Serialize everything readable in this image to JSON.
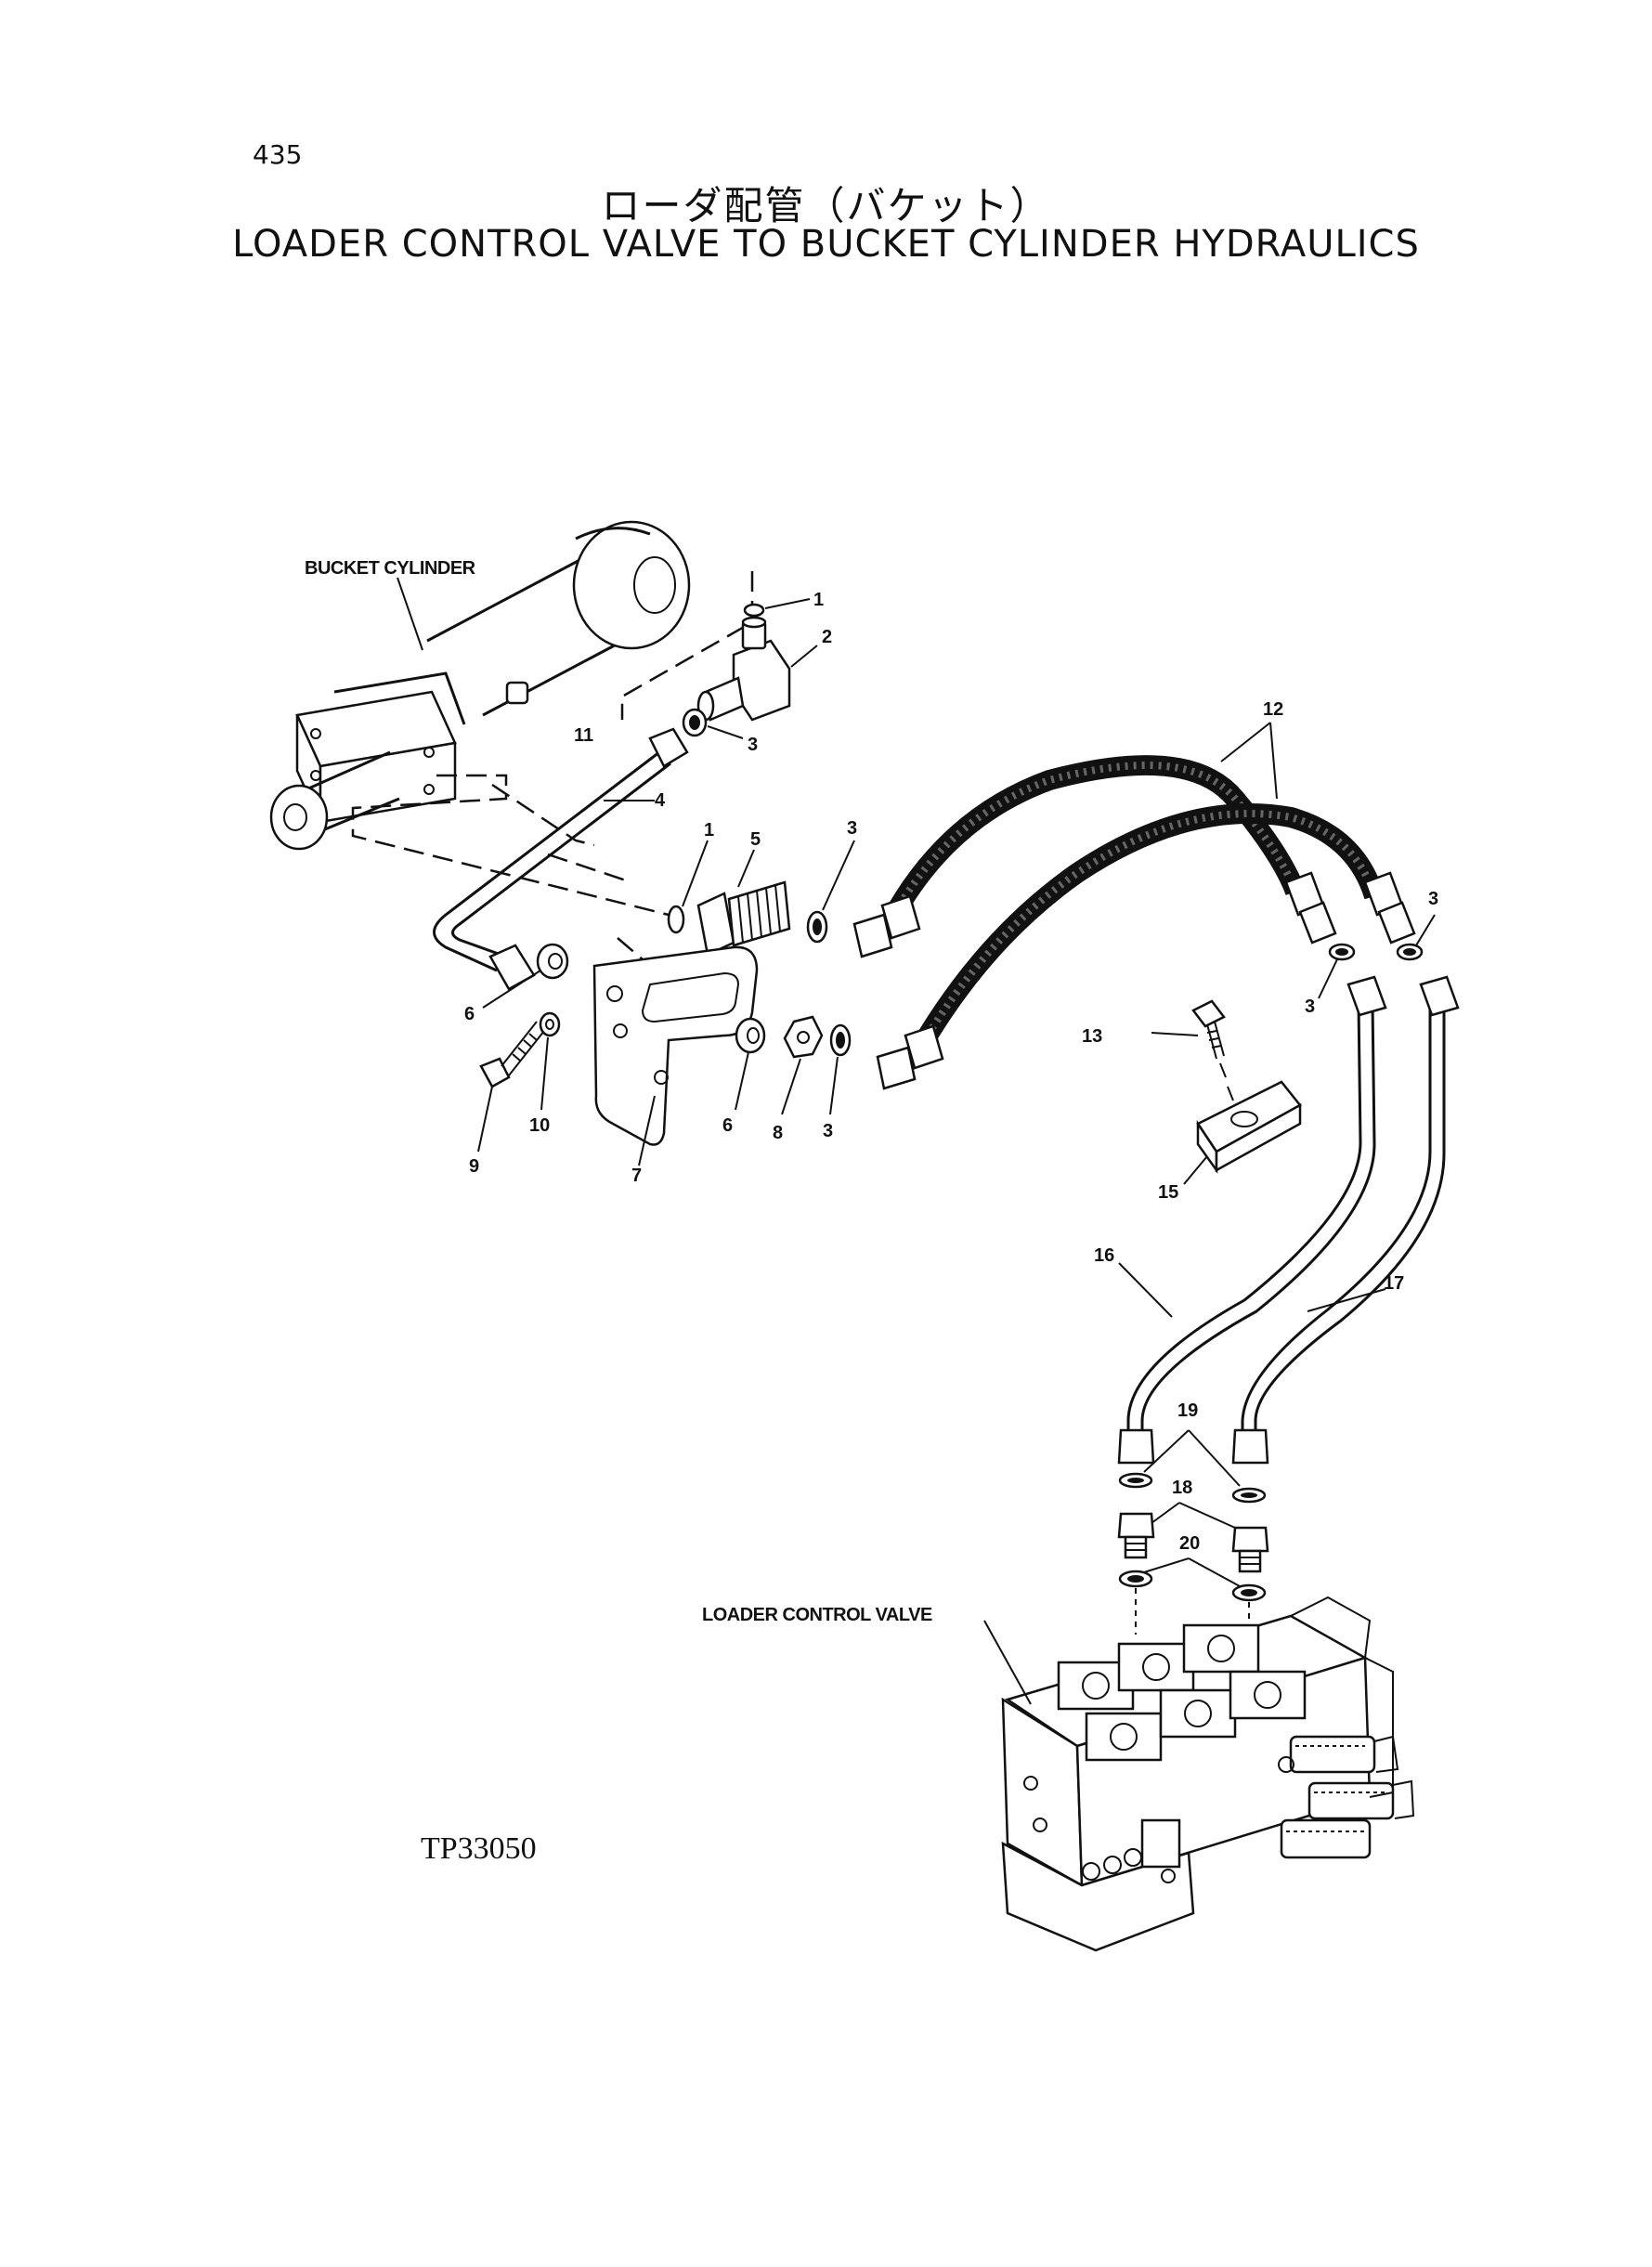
{
  "page": {
    "number": "435",
    "title_jp": "ローダ配管（バケット）",
    "title_en": "LOADER CONTROL VALVE TO BUCKET CYLINDER HYDRAULICS",
    "drawing_no": "TP33050"
  },
  "labels": {
    "bucket_cylinder": "BUCKET CYLINDER",
    "loader_control_valve": "LOADER CONTROL VALVE"
  },
  "callouts": {
    "c1a": "1",
    "c1b": "1",
    "c2": "2",
    "c3a": "3",
    "c3b": "3",
    "c3c": "3",
    "c3d": "3",
    "c3e": "3",
    "c4": "4",
    "c5": "5",
    "c6a": "6",
    "c6b": "6",
    "c7": "7",
    "c8": "8",
    "c9": "9",
    "c10": "10",
    "c11": "11",
    "c12": "12",
    "c13": "13",
    "c15": "15",
    "c16": "16",
    "c17": "17",
    "c18": "18",
    "c19": "19",
    "c20": "20"
  }
}
